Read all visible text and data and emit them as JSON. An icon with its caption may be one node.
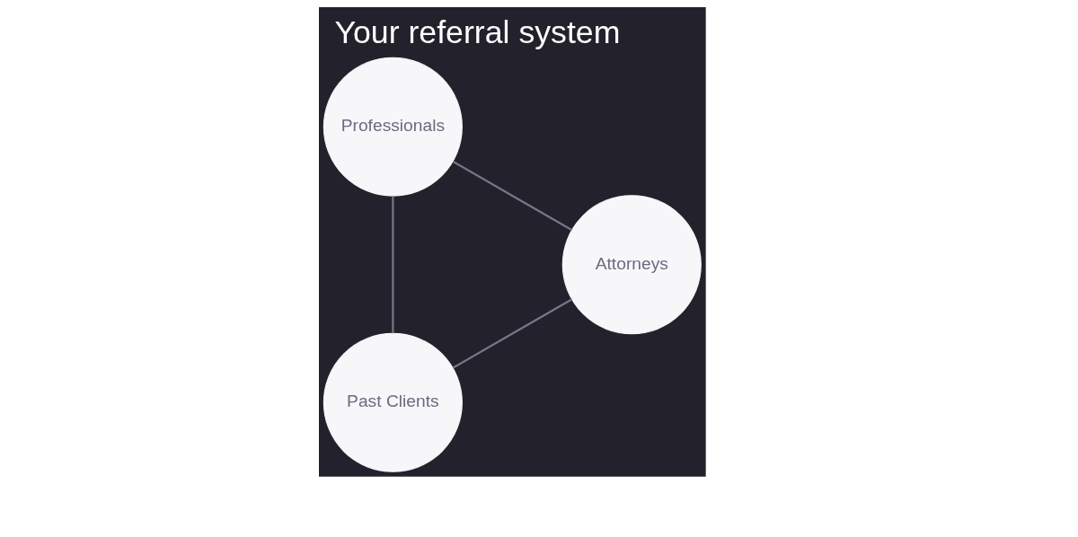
{
  "diagram": {
    "title": "Your referral system",
    "nodes": [
      {
        "text": [
          "Past Clients"
        ]
      },
      {
        "text": [
          "Professionals"
        ]
      },
      {
        "text": [
          "Attorneys"
        ]
      }
    ],
    "edges": [
      {
        "from": 0,
        "to": 1,
        "arrow": "none"
      },
      {
        "from": 0,
        "to": 2,
        "arrow": "none"
      },
      {
        "from": 1,
        "to": 2,
        "arrow": "none"
      }
    ]
  }
}
